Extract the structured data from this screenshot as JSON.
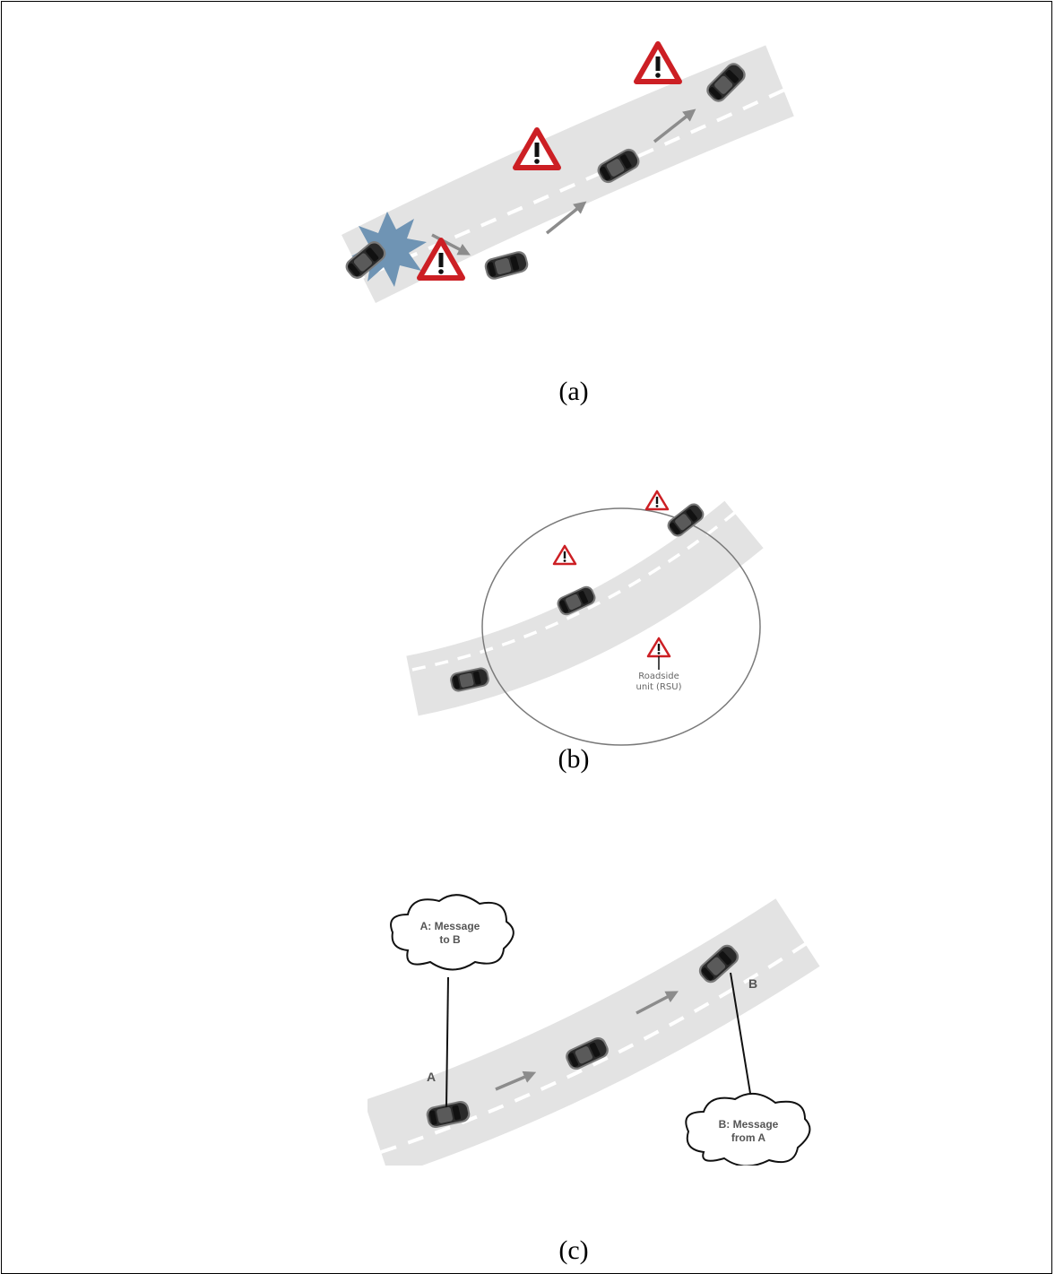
{
  "figure": {
    "captions": {
      "a": "(a)",
      "b": "(b)",
      "c": "(c)"
    },
    "panel_b": {
      "rsu_label_line1": "Roadside",
      "rsu_label_line2": "unit (RSU)"
    },
    "panel_c": {
      "label_a": "A",
      "label_b": "B",
      "cloud_a_line1": "A: Message",
      "cloud_a_line2": "to B",
      "cloud_b_line1": "B: Message",
      "cloud_b_line2": "from A"
    }
  },
  "colors": {
    "road": "#e3e3e3",
    "lane_marking": "#ffffff",
    "warning_red": "#cc1f24",
    "arrow_gray": "#8c8c8c",
    "crash_blue": "#6f94b4",
    "car_dark": "#2a2a2a"
  },
  "icons": [
    "warning-triangle-icon",
    "car-icon",
    "arrow-icon",
    "collision-burst-icon",
    "speech-cloud-icon"
  ]
}
